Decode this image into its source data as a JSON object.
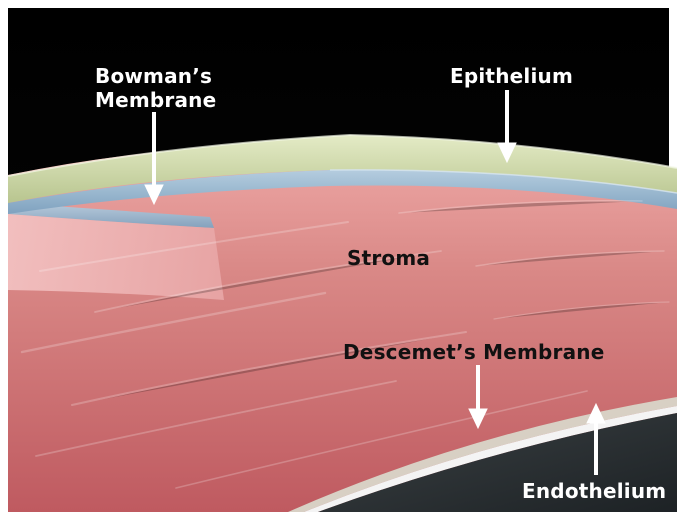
{
  "labels": {
    "bowman_line1": "Bowman’s",
    "bowman_line2": "Membrane",
    "epithelium": "Epithelium",
    "stroma": "Stroma",
    "descemet": "Descemet’s Membrane",
    "endothelium": "Endothelium"
  },
  "colors": {
    "background": "#050505",
    "epithelium": "#c9d4a8",
    "bowman": "#9bb9d1",
    "stroma": "#d77c7c",
    "descemet": "#d8d0c4",
    "endothelium": "#f4f4f4",
    "chamber": "#2d3235"
  }
}
